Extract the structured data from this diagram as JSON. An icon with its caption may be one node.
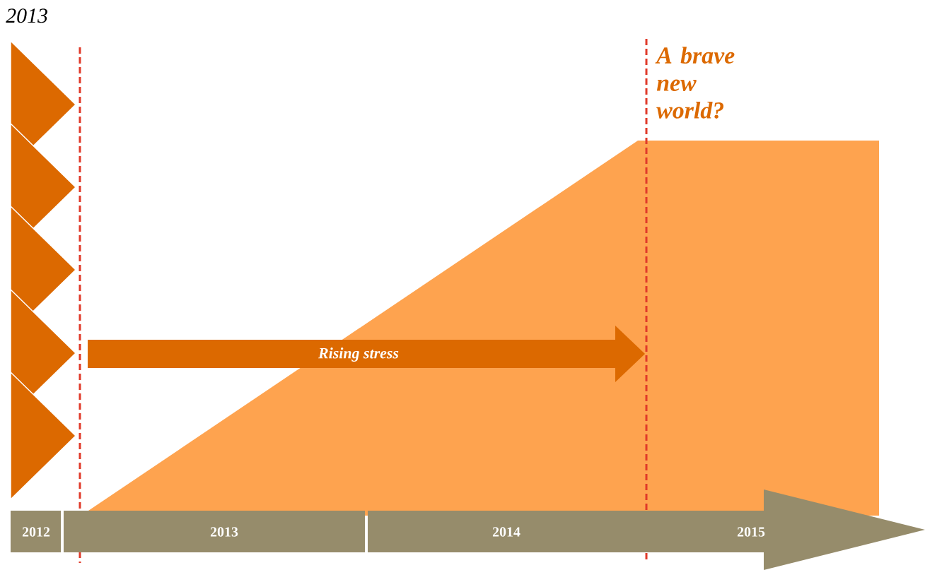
{
  "diagram": {
    "title": "2013",
    "nodes": [
      {
        "text": [
          "Rising stress"
        ]
      },
      {
        "text": [
          "2012"
        ]
      },
      {
        "text": [
          "2013"
        ]
      },
      {
        "text": [
          "2014"
        ]
      },
      {
        "text": [
          "2015"
        ]
      }
    ],
    "labels": [
      "A brave new world?"
    ]
  }
}
